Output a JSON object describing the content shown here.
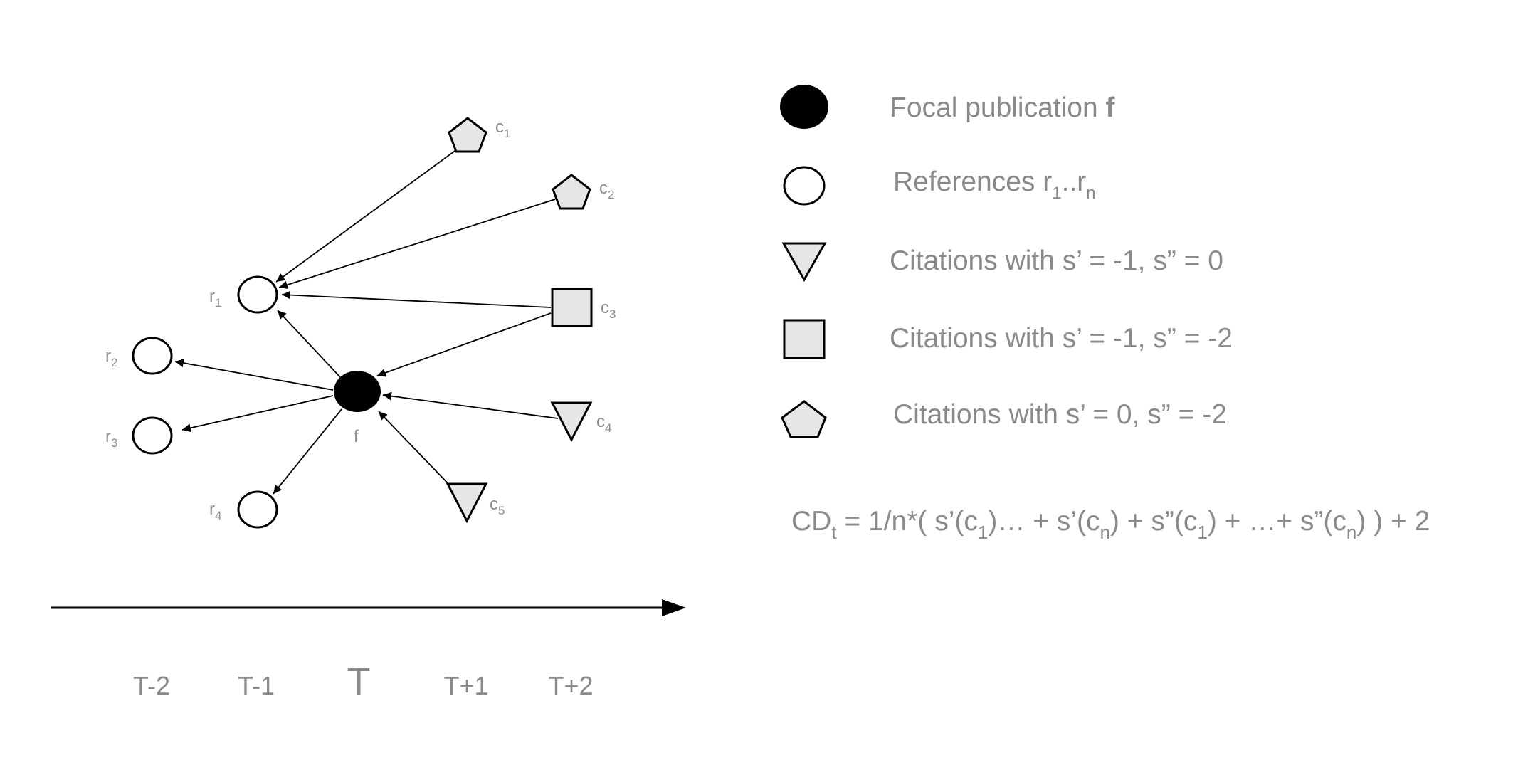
{
  "nodes": {
    "focal": {
      "label": "f"
    },
    "references": [
      {
        "label": "r",
        "sub": "1"
      },
      {
        "label": "r",
        "sub": "2"
      },
      {
        "label": "r",
        "sub": "3"
      },
      {
        "label": "r",
        "sub": "4"
      }
    ],
    "citations": [
      {
        "label": "c",
        "sub": "1",
        "shape": "pentagon"
      },
      {
        "label": "c",
        "sub": "2",
        "shape": "pentagon"
      },
      {
        "label": "c",
        "sub": "3",
        "shape": "square"
      },
      {
        "label": "c",
        "sub": "4",
        "shape": "triangle"
      },
      {
        "label": "c",
        "sub": "5",
        "shape": "triangle"
      }
    ]
  },
  "legend": {
    "focal": {
      "text": "Focal publication ",
      "bold": "f"
    },
    "references": {
      "text": "References r",
      "sub1": "1",
      "mid": "..r",
      "sub2": "n"
    },
    "triangle": {
      "text": "Citations with s’ = -1, s” = 0"
    },
    "square": {
      "text": "Citations with s’ = -1, s” = -2"
    },
    "pentagon": {
      "text": "Citations with s’ = 0,  s” = -2"
    }
  },
  "formula": {
    "p1": "CD",
    "s1": "t",
    "p2": " = 1/n*( s’(c",
    "s2": "1",
    "p3": ")… +  s’(c",
    "s3": "n",
    "p4": ") + s”(c",
    "s4": "1",
    "p5": ")  + …+ s”(c",
    "s5": "n",
    "p6": ") ) + 2"
  },
  "timeline": {
    "ticks": [
      "T-2",
      "T-1",
      "T",
      "T+1",
      "T+2"
    ]
  },
  "colors": {
    "label_gray": "#8a8a8a",
    "shape_fill_gray": "#e6e6e6",
    "focal_fill": "#000000"
  }
}
